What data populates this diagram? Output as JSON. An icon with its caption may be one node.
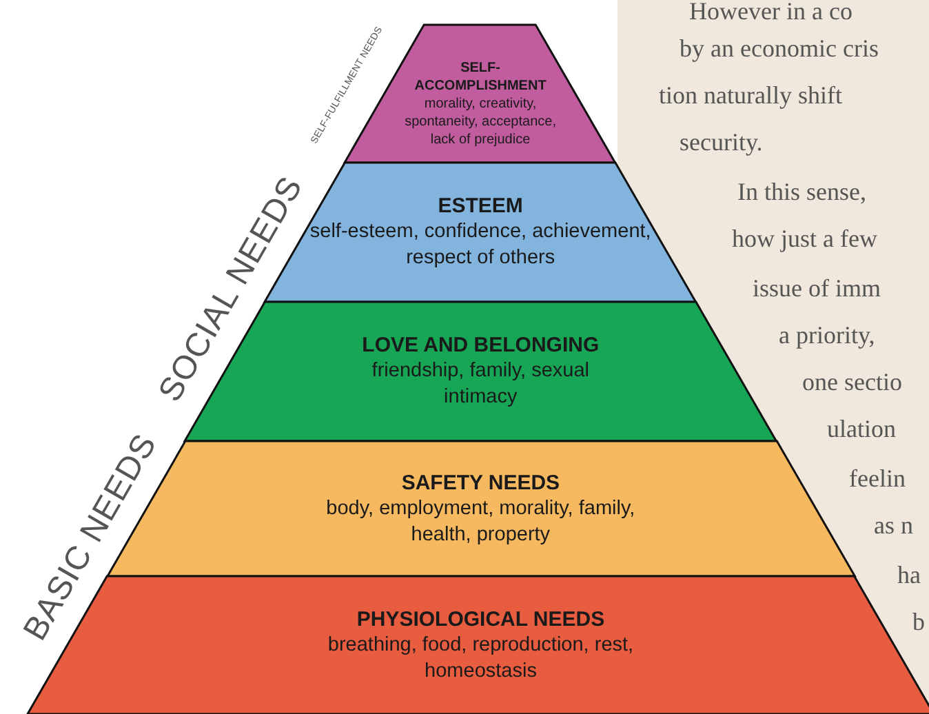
{
  "diagram": {
    "nodes": [
      {
        "text": [
          "SELF-ACCOMPLISHMENT",
          "morality, creativity, spontaneity, acceptance, lack of prejudice"
        ]
      },
      {
        "text": [
          "ESTEEM",
          "self-esteem, confidence, achievement, respect of others"
        ]
      },
      {
        "text": [
          "LOVE AND BELONGING",
          "friendship, family, sexual intimacy"
        ]
      },
      {
        "text": [
          "SAFETY NEEDS",
          "body, employment, morality, family, health, property"
        ]
      },
      {
        "text": [
          "PHYSIOLOGICAL NEEDS",
          "breathing, food, reproduction, rest, homeostasis"
        ]
      }
    ],
    "labels": [
      "SELF-FULFILLMENT NEEDS",
      "SOCIAL NEEDS",
      "BASIC NEEDS",
      "However in a co",
      "by an economic cris",
      "tion naturally shift",
      "security.",
      "In this sense,",
      "how just a few",
      "issue of imm",
      "a priority,",
      "one sectio",
      "ulation",
      "feelin",
      "as n",
      "ha",
      "b"
    ]
  }
}
